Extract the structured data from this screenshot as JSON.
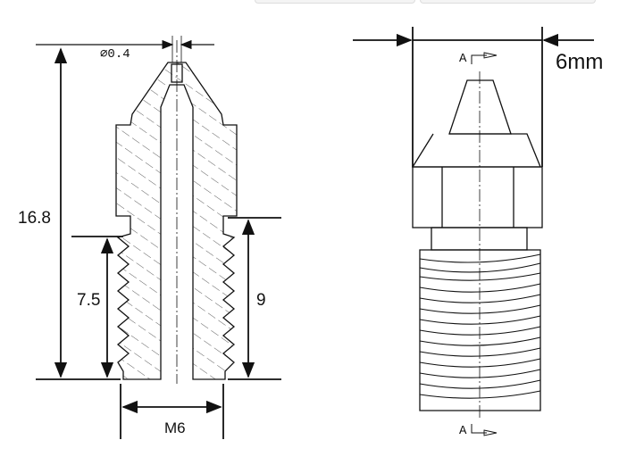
{
  "labels": {
    "tip_diameter": "∅0.4",
    "total_length": "16.8",
    "thread_length_inner": "7.5",
    "thread_length_outer": "9",
    "thread_size": "M6",
    "section_a_top": "A",
    "section_a_bottom": "A",
    "hex_width": "6mm"
  },
  "colors": {
    "line": "#111111",
    "background": "#ffffff"
  }
}
